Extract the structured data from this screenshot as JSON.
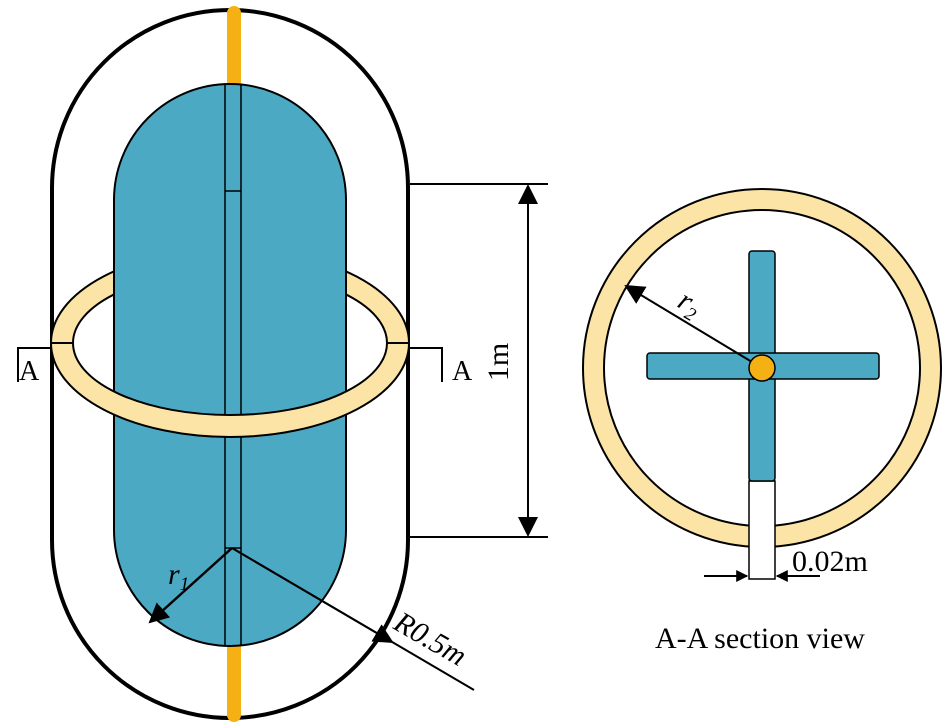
{
  "labels": {
    "section_marker": "A",
    "height_dim": "1m",
    "radius_r1": "r",
    "radius_r1_sub": "1",
    "radius_r2": "r",
    "radius_r2_sub": "2",
    "outer_radius": "R0.5m",
    "gap_dim": "0.02m",
    "section_caption": "A-A section view"
  },
  "colors": {
    "blade": "#4BA9C3",
    "shaft": "#F5B114",
    "ring": "#FBE4A6",
    "line": "#000000",
    "background": "#FFFFFF"
  }
}
